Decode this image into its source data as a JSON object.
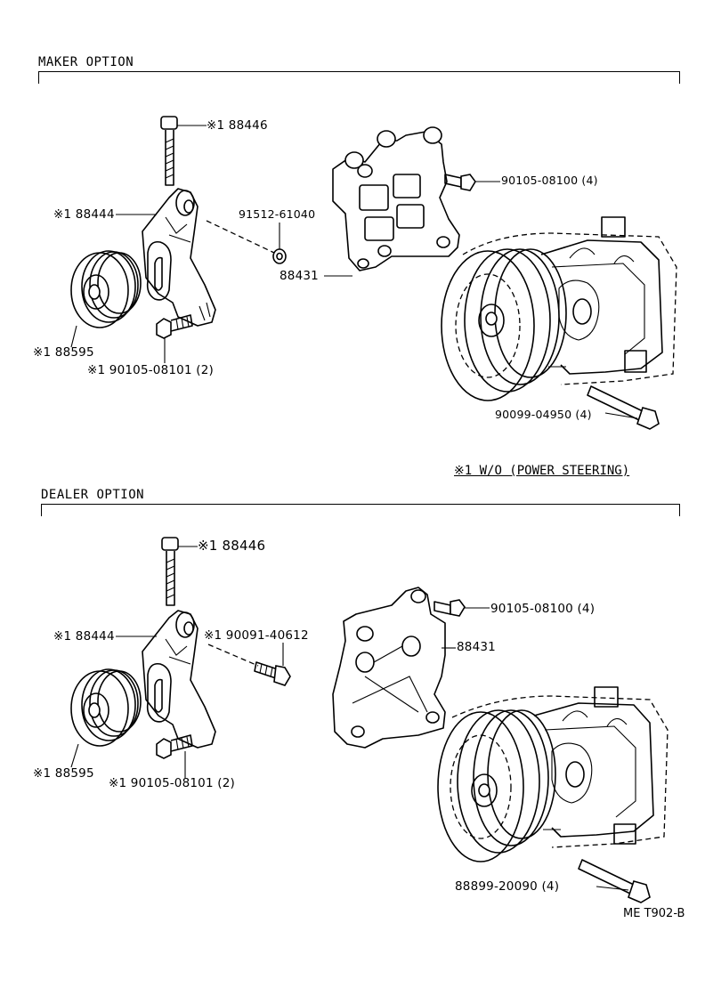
{
  "sections": {
    "maker": {
      "title": "MAKER OPTION",
      "labels": {
        "bolt_top": "※1  88446",
        "idler_bracket": "※1  88444",
        "gasket_part": "91512-61040",
        "bracket_plate": "88431",
        "bolt_right": "90105-08100 (4)",
        "pulley": "※1  88595",
        "bolt_bottom": "※1  90105-08101 (2)",
        "compressor_bolt": "90099-04950 (4)"
      }
    },
    "dealer": {
      "title": "DEALER OPTION",
      "labels": {
        "bolt_top": "※1 88446",
        "idler_bracket": "※1  88444",
        "mid_bolt": "※1  90091-40612",
        "bracket_plate": "88431",
        "bolt_right": "90105-08100 (4)",
        "pulley": "※1  88595",
        "bolt_bottom": "※1  90105-08101 (2)",
        "compressor_bolt": "88899-20090 (4)"
      }
    }
  },
  "footnote": "※1 W/O (POWER STEERING)",
  "figure_ref": "ME T902-B"
}
